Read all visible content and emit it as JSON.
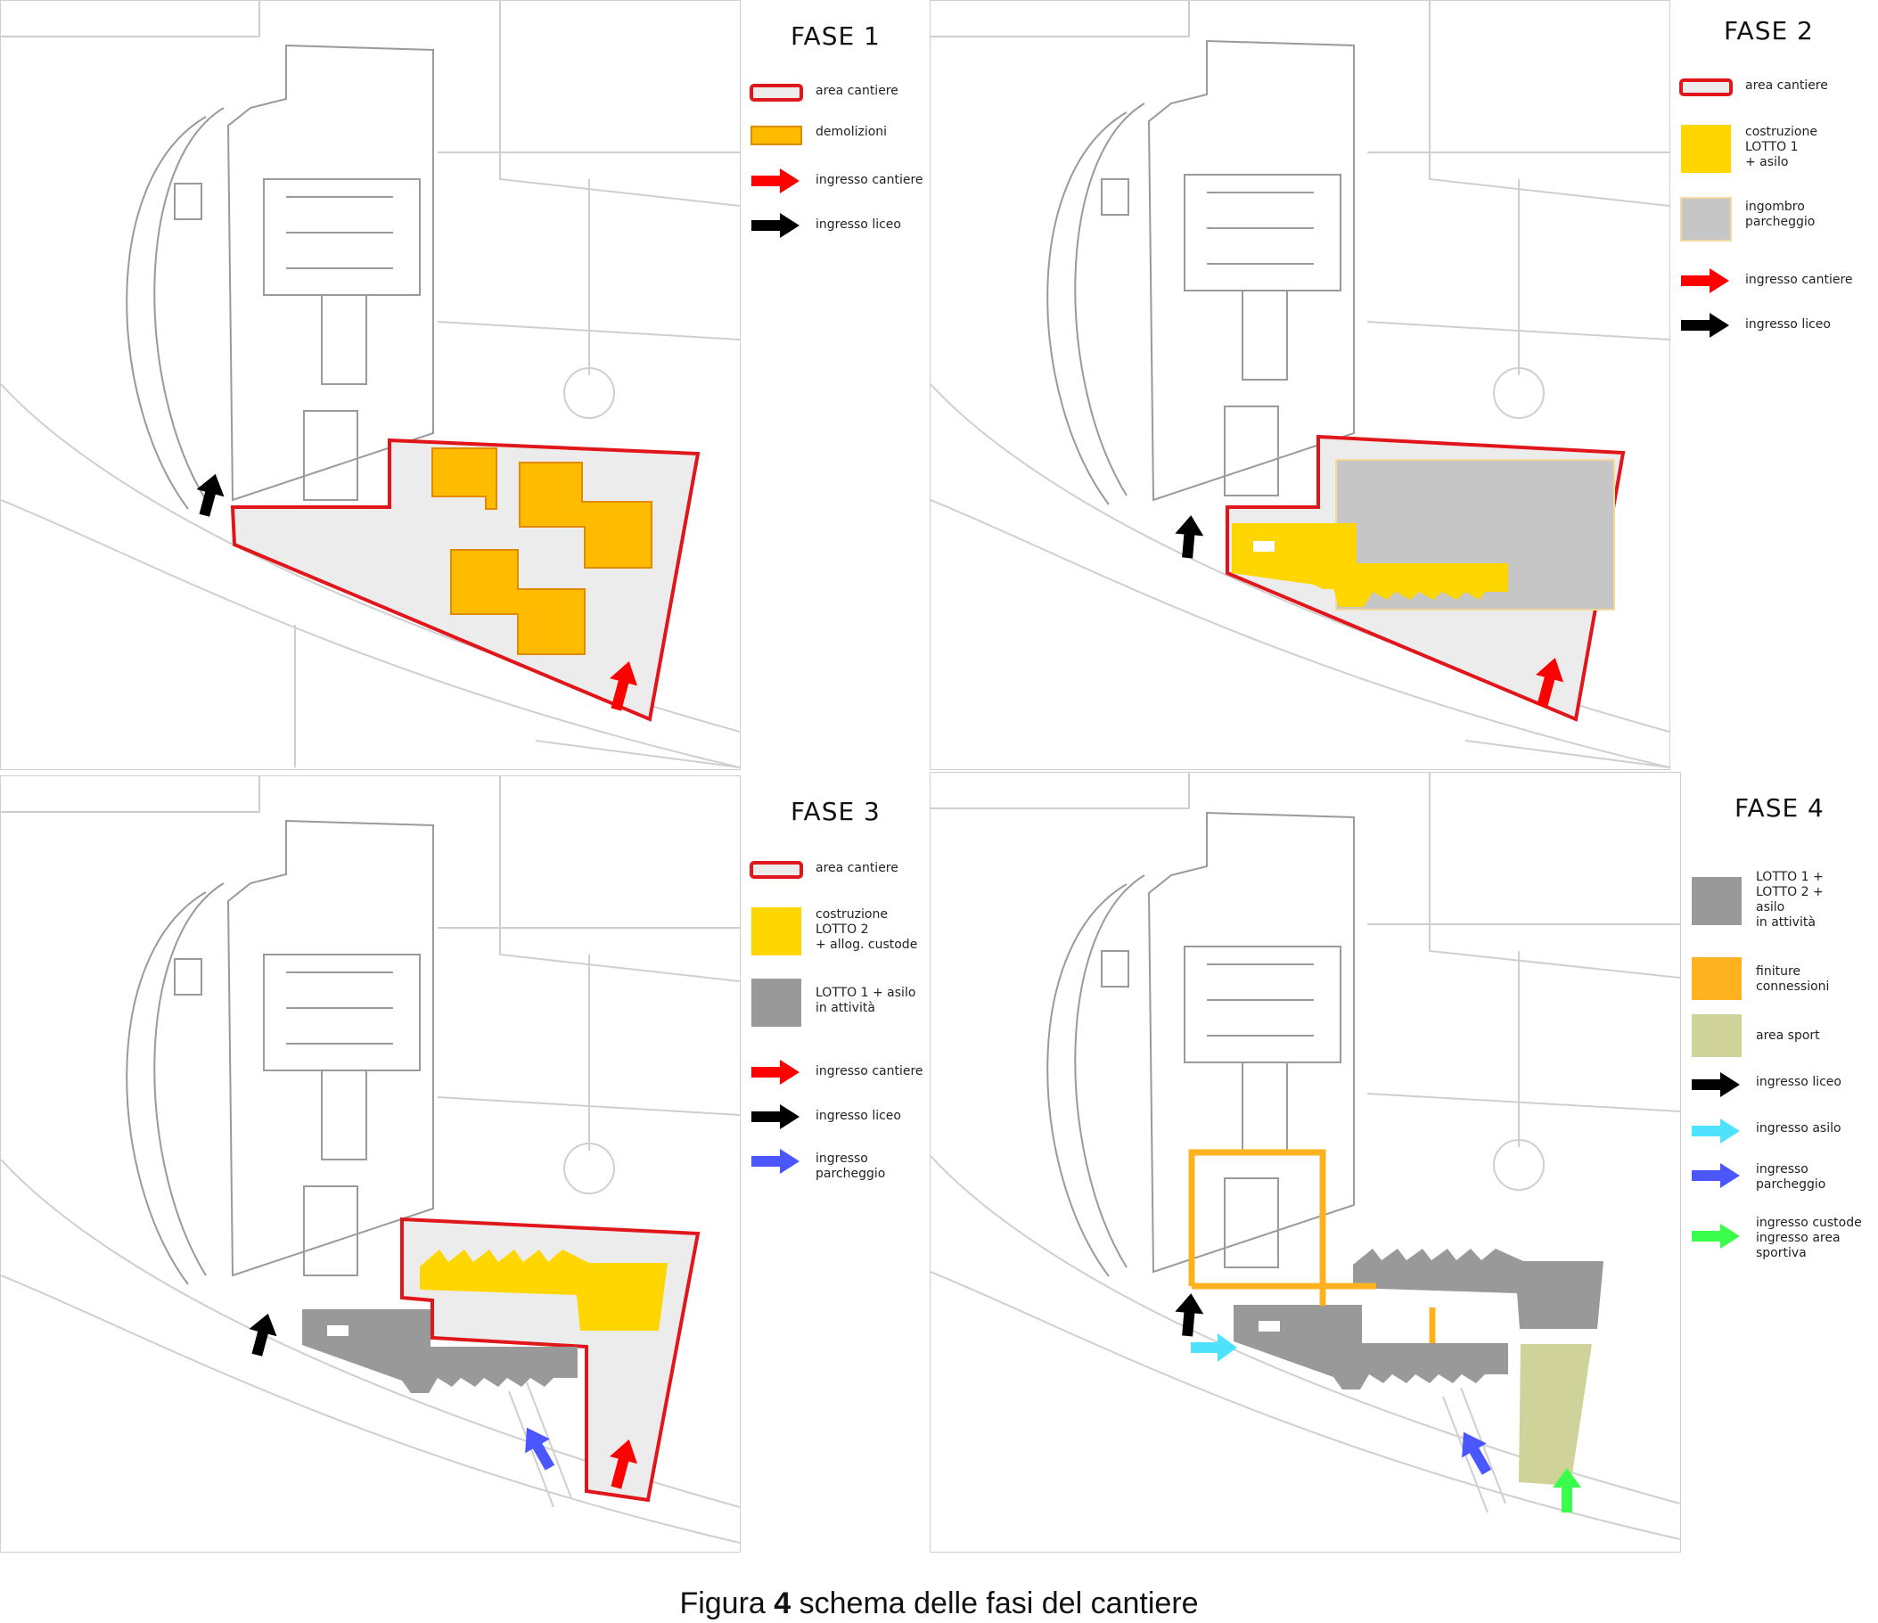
{
  "caption": {
    "prefix": "Figura",
    "number": "4",
    "text": "schema delle fasi del cantiere"
  },
  "colors": {
    "site_outline": "#e0161b",
    "site_fill": "#ececec",
    "demolition": "#ffbb00",
    "construction": "#ffd600",
    "active_gray": "#999999",
    "parking_gray": "#c6c6c6",
    "finishing": "#ffb21f",
    "sport": "#cfd39a",
    "arrow_red": "#ff0000",
    "arrow_black": "#000000",
    "arrow_blue": "#4a57ff",
    "arrow_cyan": "#4fe2ff",
    "arrow_green": "#39ff4c"
  },
  "phases": [
    {
      "title": "FASE 1",
      "legend": [
        {
          "swatch": "outline-red",
          "label": "area cantiere"
        },
        {
          "swatch": "orange",
          "label": "demolizioni"
        },
        {
          "swatch": "arrow-red",
          "label": "ingresso cantiere"
        },
        {
          "swatch": "arrow-black",
          "label": "ingresso liceo"
        }
      ]
    },
    {
      "title": "FASE 2",
      "legend": [
        {
          "swatch": "outline-red",
          "label": "area cantiere"
        },
        {
          "swatch": "yellow",
          "label": "costruzione\nLOTTO 1\n+ asilo"
        },
        {
          "swatch": "lightgray",
          "label": "ingombro\nparcheggio"
        },
        {
          "swatch": "arrow-red",
          "label": "ingresso cantiere"
        },
        {
          "swatch": "arrow-black",
          "label": "ingresso liceo"
        }
      ]
    },
    {
      "title": "FASE 3",
      "legend": [
        {
          "swatch": "outline-red",
          "label": "area cantiere"
        },
        {
          "swatch": "yellow",
          "label": "costruzione\nLOTTO 2\n+ allog. custode"
        },
        {
          "swatch": "gray",
          "label": "LOTTO 1 + asilo\nin attività"
        },
        {
          "swatch": "arrow-red",
          "label": "ingresso cantiere"
        },
        {
          "swatch": "arrow-black",
          "label": "ingresso liceo"
        },
        {
          "swatch": "arrow-blue",
          "label": "ingresso\nparcheggio"
        }
      ]
    },
    {
      "title": "FASE 4",
      "legend": [
        {
          "swatch": "gray",
          "label": "LOTTO 1 +\nLOTTO 2 +\nasilo\nin attività"
        },
        {
          "swatch": "orange2",
          "label": "finiture\nconnessioni"
        },
        {
          "swatch": "sport",
          "label": "area sport"
        },
        {
          "swatch": "arrow-black",
          "label": "ingresso liceo"
        },
        {
          "swatch": "arrow-cyan",
          "label": "ingresso asilo"
        },
        {
          "swatch": "arrow-blue",
          "label": "ingresso\nparcheggio"
        },
        {
          "swatch": "arrow-green",
          "label": "ingresso custode\ningresso area\nsportiva"
        }
      ]
    }
  ]
}
